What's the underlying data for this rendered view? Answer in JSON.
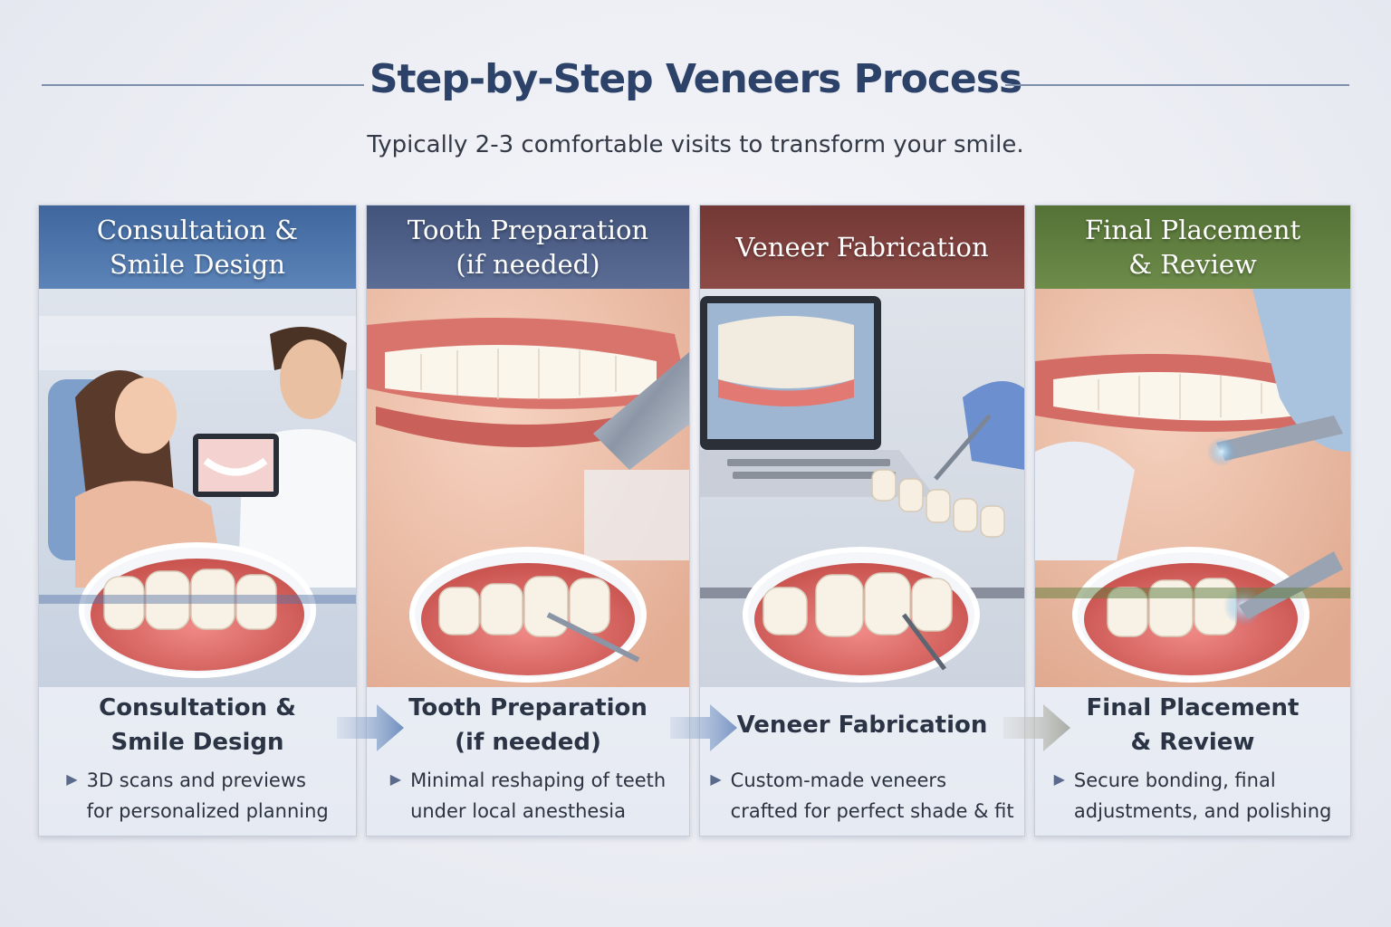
{
  "page": {
    "title": "Step-by-Step Veneers Process",
    "subtitle": "Typically 2-3 comfortable visits to transform your smile."
  },
  "steps": [
    {
      "header": "Consultation &\nSmile Design",
      "title": "Consultation &\nSmile Design",
      "description": "3D scans and previews\nfor personalized planning",
      "color": "#4f78ad"
    },
    {
      "header": "Tooth Preparation\n(if needed)",
      "title": "Tooth Preparation\n(if needed)",
      "description": "Minimal reshaping of teeth\nunder local anesthesia",
      "color": "#4d5f86"
    },
    {
      "header": "Veneer Fabrication",
      "title": "Veneer Fabrication",
      "description": "Custom-made veneers\ncrafted for perfect shade & fit",
      "color": "#7e3f3d"
    },
    {
      "header": "Final Placement\n& Review",
      "title": "Final Placement\n& Review",
      "description": "Secure bonding, final\nadjustments, and polishing",
      "color": "#5f7d3e"
    }
  ],
  "icons": {
    "bullet": "triangle-bullet-icon",
    "connector": "chevron-arrow-icon"
  }
}
